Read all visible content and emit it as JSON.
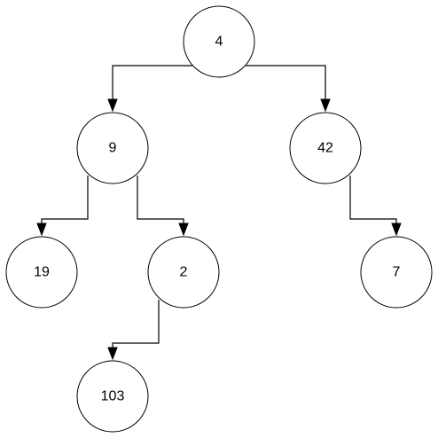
{
  "tree": {
    "nodes": [
      {
        "id": "n4",
        "label": "4"
      },
      {
        "id": "n9",
        "label": "9"
      },
      {
        "id": "n42",
        "label": "42"
      },
      {
        "id": "n19",
        "label": "19"
      },
      {
        "id": "n2",
        "label": "2"
      },
      {
        "id": "n7",
        "label": "7"
      },
      {
        "id": "n103",
        "label": "103"
      }
    ],
    "edges": [
      {
        "from": "n4",
        "to": "n9"
      },
      {
        "from": "n4",
        "to": "n42"
      },
      {
        "from": "n9",
        "to": "n19"
      },
      {
        "from": "n9",
        "to": "n2"
      },
      {
        "from": "n42",
        "to": "n7"
      },
      {
        "from": "n2",
        "to": "n103"
      }
    ]
  }
}
